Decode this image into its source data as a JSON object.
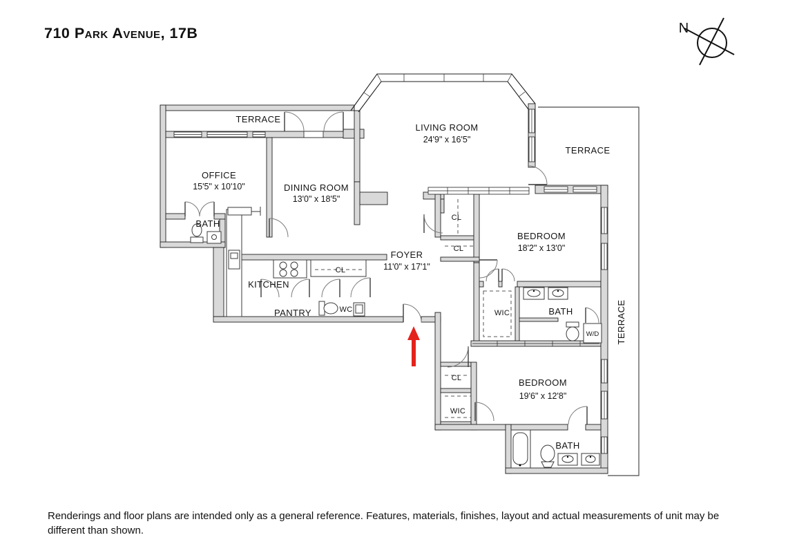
{
  "title": "710 Park Avenue, 17B",
  "compass": {
    "north_label": "N"
  },
  "colors": {
    "wall_fill": "#d9d9d9",
    "entry_arrow": "#e3231c"
  },
  "rooms": {
    "terrace_top": {
      "name": "TERRACE"
    },
    "terrace_right": {
      "name": "TERRACE"
    },
    "terrace_side": {
      "name": "TERRACE"
    },
    "living_room": {
      "name": "LIVING ROOM",
      "dims": "24'9\" x 16'5\""
    },
    "dining_room": {
      "name": "DINING ROOM",
      "dims": "13'0\" x 18'5\""
    },
    "office": {
      "name": "OFFICE",
      "dims": "15'5\" x 10'10\""
    },
    "office_bath": {
      "name": "BATH"
    },
    "kitchen": {
      "name": "KITCHEN"
    },
    "kitchen_closet": {
      "name": "CL"
    },
    "pantry": {
      "name": "PANTRY"
    },
    "wc": {
      "name": "WC"
    },
    "foyer": {
      "name": "FOYER",
      "dims": "11'0\" x 17'1\""
    },
    "hall_closet_1": {
      "name": "CL"
    },
    "hall_closet_2": {
      "name": "CL"
    },
    "bedroom_1": {
      "name": "BEDROOM",
      "dims": "18'2\" x 13'0\""
    },
    "wic_1": {
      "name": "WIC"
    },
    "bath_1": {
      "name": "BATH"
    },
    "washer_dryer": {
      "name": "W/D"
    },
    "bedroom_2_closet": {
      "name": "CL"
    },
    "wic_2": {
      "name": "WIC"
    },
    "bedroom_2": {
      "name": "BEDROOM",
      "dims": "19'6\" x 12'8\""
    },
    "bath_2": {
      "name": "BATH"
    }
  },
  "disclaimer": "Renderings and floor plans are intended only as a general reference. Features, materials, finishes, layout and actual measurements of unit may be different than shown."
}
